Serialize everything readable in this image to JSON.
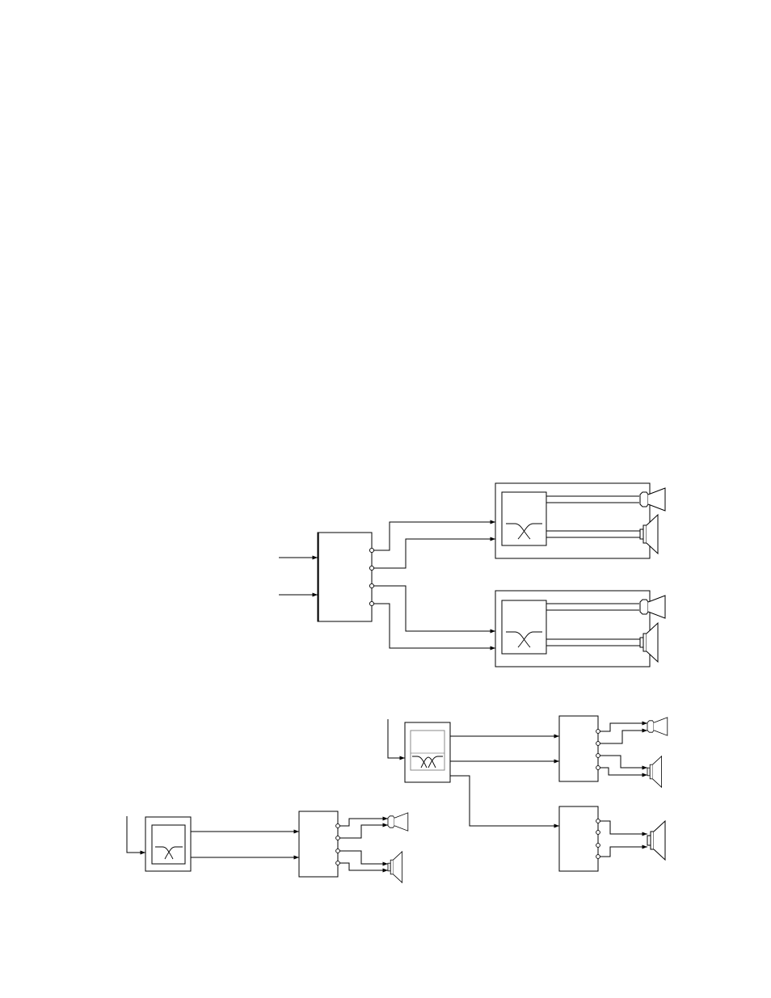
{
  "diagram": {
    "colors": {
      "line": "#000000",
      "background": "#ffffff",
      "inner_filter_border": "#888888"
    },
    "figures": [
      {
        "name": "stereo-biamp-system",
        "components": [
          "amplifier",
          "speaker-cabinet-left",
          "speaker-cabinet-right"
        ]
      },
      {
        "name": "active-three-way-system",
        "components": [
          "crossover",
          "amplifier-two-way",
          "amplifier-bass"
        ]
      },
      {
        "name": "active-two-way-system",
        "components": [
          "crossover",
          "amplifier"
        ]
      }
    ],
    "icons": [
      "arrow-icon",
      "terminal-icon",
      "horn-driver-icon",
      "cone-driver-icon",
      "crossover-curve-icon"
    ]
  }
}
